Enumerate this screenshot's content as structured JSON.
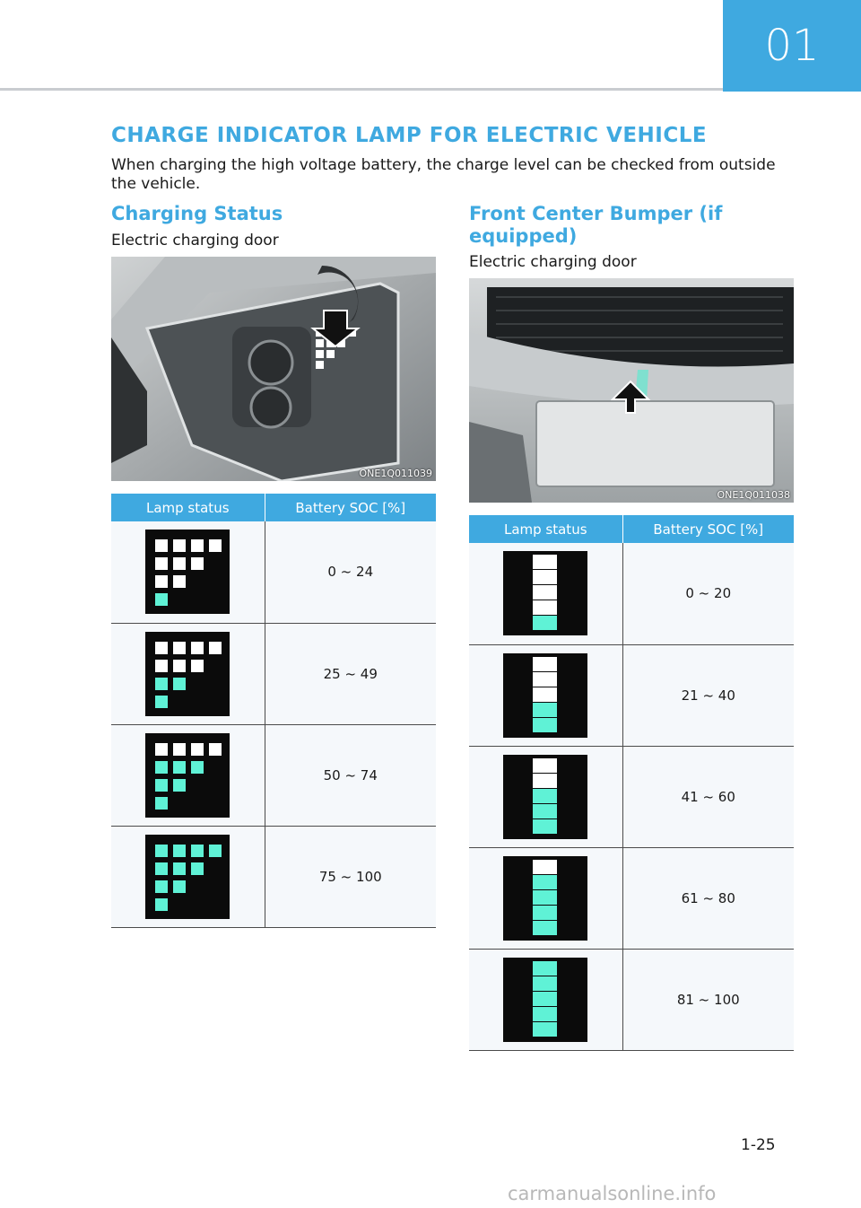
{
  "chapter": "01",
  "title": "CHARGE INDICATOR LAMP FOR ELECTRIC VEHICLE",
  "intro": "When charging the high voltage battery, the charge level can be checked from outside the vehicle.",
  "colors": {
    "accent": "#3fa9e0",
    "lit": "#5ff2d6",
    "unlit": "#ffffff",
    "lamp_bg": "#0b0b0b"
  },
  "left": {
    "heading": "Charging Status",
    "subheading": "Electric charging door",
    "image_code": "ONE1Q011039",
    "table": {
      "headers": [
        "Lamp status",
        "Battery SOC [%]"
      ],
      "rows": [
        {
          "soc": "0 ~ 24",
          "lit_rows": 1
        },
        {
          "soc": "25 ~ 49",
          "lit_rows": 2
        },
        {
          "soc": "50 ~ 74",
          "lit_rows": 3
        },
        {
          "soc": "75 ~ 100",
          "lit_rows": 4
        }
      ]
    }
  },
  "right": {
    "heading": "Front Center Bumper (if equipped)",
    "subheading": "Electric charging door",
    "image_code": "ONE1Q011038",
    "table": {
      "headers": [
        "Lamp status",
        "Battery SOC [%]"
      ],
      "rows": [
        {
          "soc": "0 ~ 20",
          "lit_segments": 1
        },
        {
          "soc": "21 ~ 40",
          "lit_segments": 2
        },
        {
          "soc": "41 ~ 60",
          "lit_segments": 3
        },
        {
          "soc": "61 ~ 80",
          "lit_segments": 4
        },
        {
          "soc": "81 ~ 100",
          "lit_segments": 5
        }
      ]
    }
  },
  "page_number": "1-25",
  "footer": "carmanualsonline.info"
}
